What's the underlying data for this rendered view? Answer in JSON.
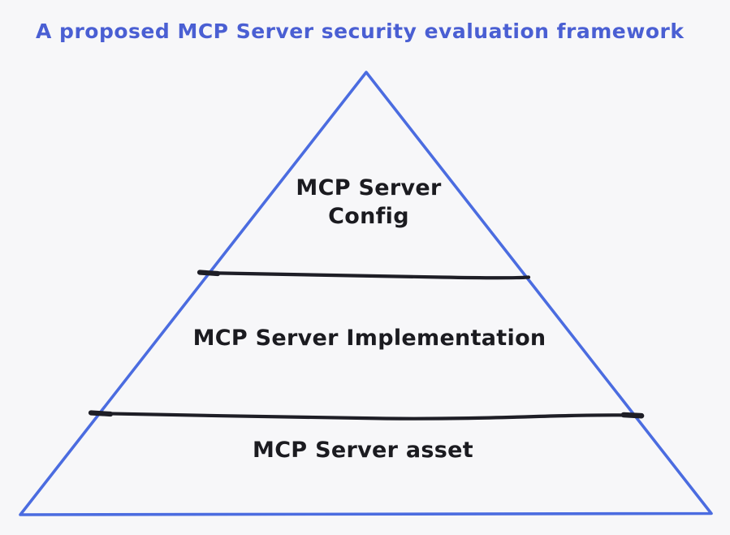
{
  "title": "A proposed MCP Server security evaluation framework",
  "colors": {
    "background": "#f7f7f9",
    "title_text": "#4a5fd3",
    "pyramid_outline": "#4b6ce0",
    "divider_stroke": "#1e1e26",
    "label_text": "#1b1b20"
  },
  "pyramid": {
    "type": "layered-pyramid",
    "levels": [
      {
        "position": "top",
        "label": "MCP Server\nConfig"
      },
      {
        "position": "middle",
        "label": "MCP Server Implementation"
      },
      {
        "position": "bottom",
        "label": "MCP Server asset"
      }
    ]
  }
}
